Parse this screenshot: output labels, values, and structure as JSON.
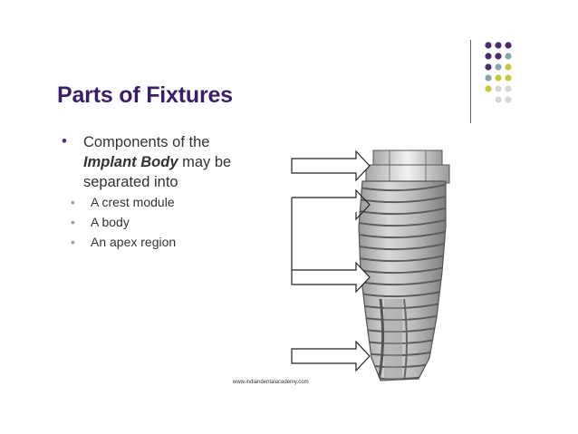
{
  "slide": {
    "title": "Parts of Fixtures",
    "bullet_text_1": "Components of the",
    "bullet_emph": "Implant Body",
    "bullet_text_2": " may be",
    "bullet_text_3": "separated into",
    "sub_items": [
      "A crest module",
      "A body",
      "An apex region"
    ],
    "credit": "www.indiandentalacademy.com"
  },
  "colors": {
    "title": "#3b1f66",
    "dot_purple": "#4b2a6e",
    "dot_teal": "#86a7a8",
    "dot_lime": "#c4c93a",
    "dot_gray": "#d5d5d8"
  }
}
